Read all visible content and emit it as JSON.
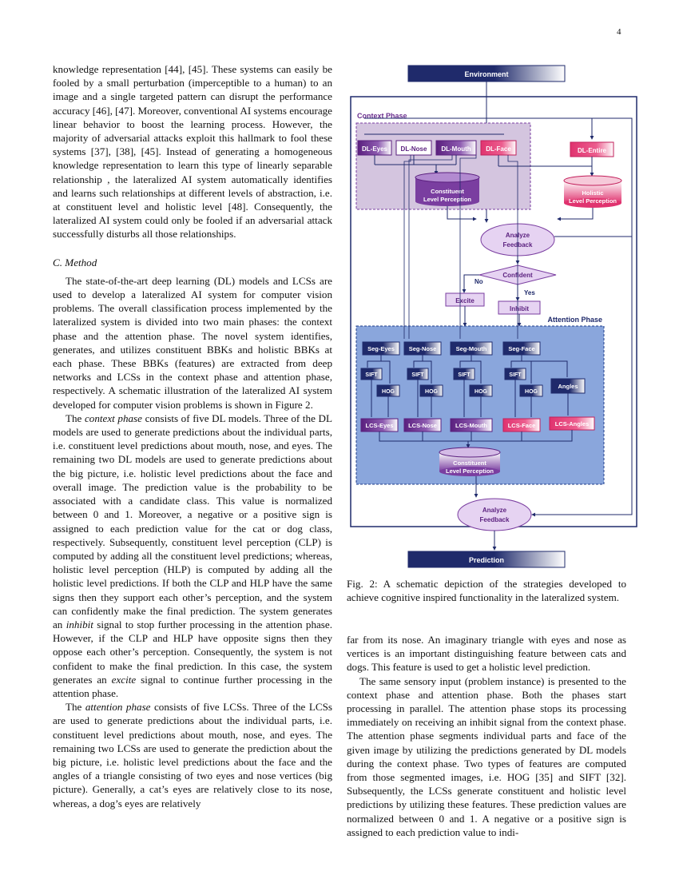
{
  "page_number": "4",
  "left_column": {
    "p1": "knowledge representation [44], [45]. These systems can easily be fooled by a small perturbation (imperceptible to a human) to an image and a single targeted pattern can disrupt the performance accuracy [46], [47]. Moreover, conventional AI systems encourage linear behavior to boost the learning process. However, the majority of adversarial attacks exploit this hallmark to fool these systems [37], [38], [45]. Instead of generating a homogeneous knowledge representation to learn this type of linearly separable relationship , the lateralized AI system automatically identifies and learns such relationships at different levels of abstraction, i.e. at constituent level and holistic level [48]. Consequently, the lateralized AI system could only be fooled if an adversarial attack successfully disturbs all those relationships.",
    "section_title": "C. Method",
    "p2": "The state-of-the-art deep learning (DL) models and LCSs are used to develop a lateralized AI system for computer vision problems. The overall classification process implemented by the lateralized system is divided into two main phases: the context phase and the attention phase. The novel system identifies, generates, and utilizes constituent BBKs and holistic BBKs at each phase. These BBKs (features) are extracted from deep networks and LCSs in the context phase and attention phase, respectively. A schematic illustration of the lateralized AI system developed for computer vision problems is shown in Figure 2.",
    "p3_pre": "The ",
    "p3_em": "context phase",
    "p3_a": " consists of five DL models. Three of the DL models are used to generate predictions about the individual parts, i.e. constituent level predictions about mouth, nose, and eyes. The remaining two DL models are used to generate predictions about the big picture, i.e. holistic level predictions about the face and overall image. The prediction value is the probability to be associated with a candidate class. This value is normalized between 0 and 1. Moreover, a negative or a positive sign is assigned to each prediction value for the cat or dog class, respectively. Subsequently, constituent level perception (CLP) is computed by adding all the constituent level predictions; whereas, holistic level perception (HLP) is computed by adding all the holistic level predictions. If both the CLP and HLP have the same signs then they support each other’s perception, and the system can confidently make the final prediction. The system generates an ",
    "p3_em2": "inhibit",
    "p3_b": " signal to stop further processing in the attention phase. However, if the CLP and HLP have opposite signs then they oppose each other’s perception. Consequently, the system is not confident to make the final prediction. In this case, the system generates an ",
    "p3_em3": "excite",
    "p3_c": " signal to continue further processing in the attention phase.",
    "p4_pre": "The ",
    "p4_em": "attention phase",
    "p4_a": " consists of five LCSs. Three of the LCSs are used to generate predictions about the individual parts, i.e. constituent level predictions about mouth, nose, and eyes. The remaining two LCSs are used to generate the prediction about the big picture, i.e. holistic level predictions about the face and the angles of a triangle consisting of two eyes and nose vertices (big picture). Generally, a cat’s eyes are relatively close to its nose, whereas, a dog’s eyes are relatively"
  },
  "caption": "Fig. 2: A schematic depiction of the strategies developed to achieve cognitive inspired functionality in the lateralized system.",
  "right_column": {
    "p1": "far from its nose. An imaginary triangle with eyes and nose as vertices is an important distinguishing feature between cats and dogs. This feature is used to get a holistic level prediction.",
    "p2": "The same sensory input (problem instance) is presented to the context phase and attention phase. Both the phases start processing in parallel. The attention phase stops its processing immediately on receiving an inhibit signal from the context phase. The attention phase segments individual parts and face of the given image by utilizing the predictions generated by DL models during the context phase. Two types of features are computed from those segmented images, i.e. HOG [35] and SIFT [32]. Subsequently, the LCSs generate constituent and holistic level predictions by utilizing these features. These prediction values are normalized between 0 and 1. A negative or a positive sign is assigned to each prediction value to indi-"
  },
  "figure": {
    "environment": "Environment",
    "context_phase": "Context Phase",
    "dl_eyes": "DL-Eyes",
    "dl_nose": "DL-Nose",
    "dl_mouth": "DL-Mouth",
    "dl_face": "DL-Face",
    "dl_entire": "DL-Entire",
    "clp_line1": "Constituent",
    "clp_line2": "Level Perception",
    "hlp_line1": "Holistic",
    "hlp_line2": "Level Perception",
    "analyze1": "Analyze",
    "feedback1": "Feedback",
    "confident": "Confident",
    "no": "No",
    "yes": "Yes",
    "excite": "Excite",
    "inhibit": "Inhibit",
    "attention_phase": "Attention Phase",
    "seg_eyes": "Seg-Eyes",
    "seg_nose": "Seg-Nose",
    "seg_mouth": "Seg-Mouth",
    "seg_face": "Seg-Face",
    "sift": "SIFT",
    "hog": "HOG",
    "angles": "Angles",
    "lcs_eyes": "LCS-Eyes",
    "lcs_nose": "LCS-Nose",
    "lcs_mouth": "LCS-Mouth",
    "lcs_face": "LCS-Face",
    "lcs_angles": "LCS-Angles",
    "clp2_line1": "Constituent",
    "clp2_line2": "Level Perception",
    "analyze2": "Analyze",
    "feedback2": "Feedback",
    "prediction": "Prediction",
    "colors": {
      "navy": "#1f2a6b",
      "context_bg": "#d4c5df",
      "attention_bg": "#8aa6dc",
      "purple": "#6a2f8e",
      "pink": "#e0336f",
      "lavender": "#e6d3f2"
    }
  }
}
